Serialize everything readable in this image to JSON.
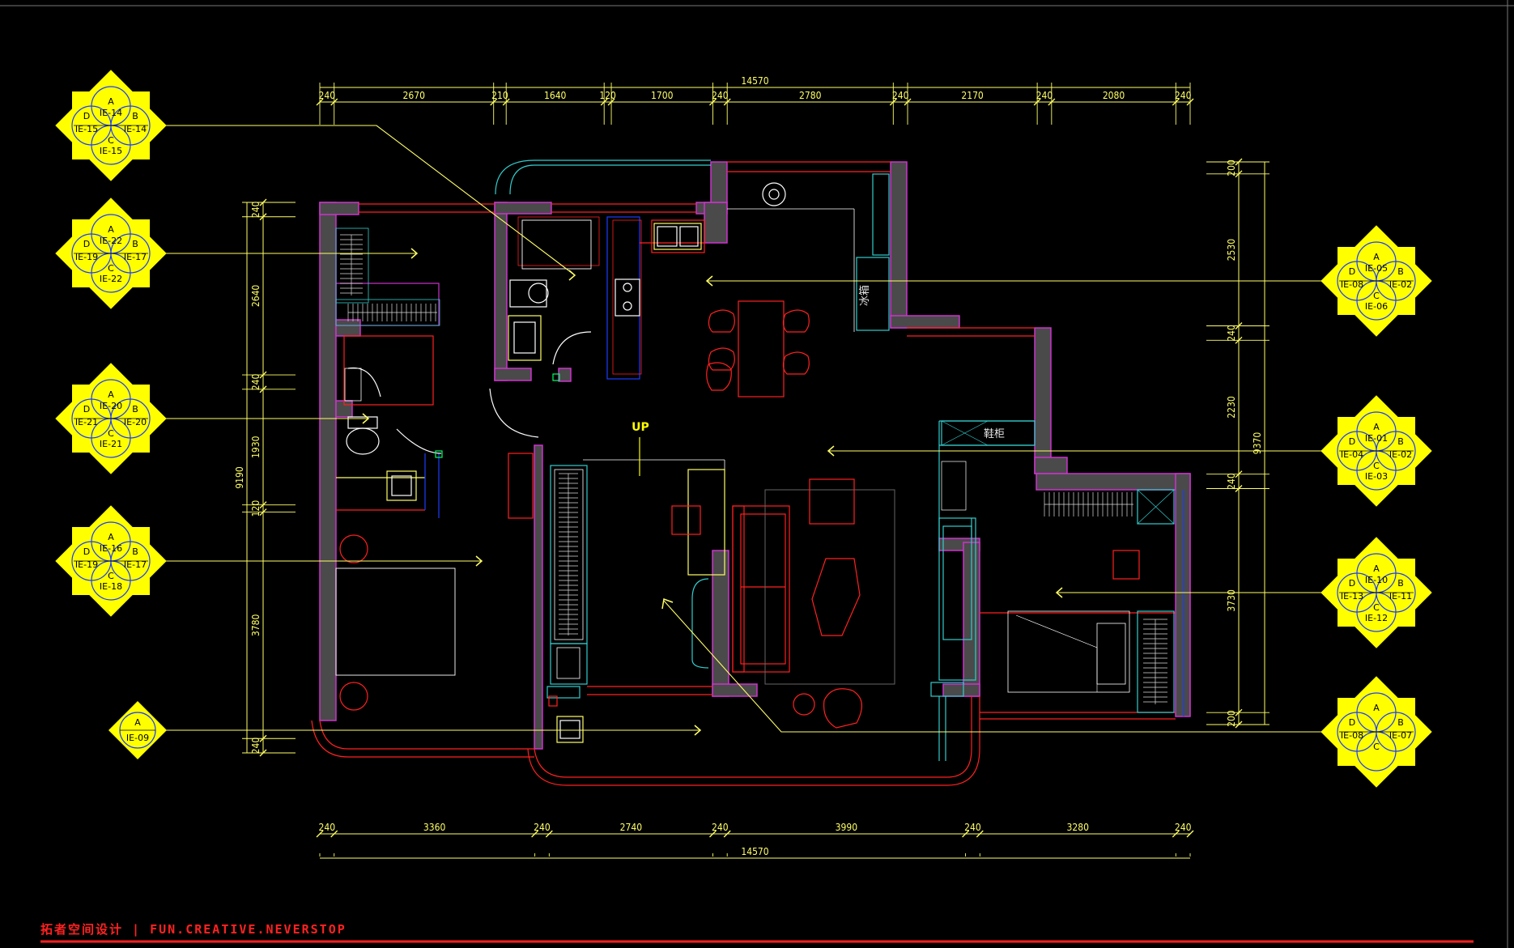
{
  "drawing": {
    "footer_text": "拓者空间设计 | FUN.CREATIVE.NEVERSTOP",
    "up_label": "UP",
    "fridge_label": "冰箱",
    "shoe_cabinet_label": "鞋柜"
  },
  "dimensions": {
    "top_total": "14570",
    "top_segments": [
      "240",
      "2670",
      "210",
      "1640",
      "120",
      "1700",
      "240",
      "2780",
      "240",
      "2170",
      "240",
      "2080",
      "240"
    ],
    "bottom_total": "14570",
    "bottom_segments": [
      "240",
      "3360",
      "240",
      "2740",
      "240",
      "3990",
      "240",
      "3280",
      "240"
    ],
    "left_total": "9190",
    "left_segments": [
      "240",
      "2640",
      "240",
      "1930",
      "120",
      "3780",
      "240"
    ],
    "right_total": "9370",
    "right_segments": [
      "200",
      "2530",
      "240",
      "2230",
      "240",
      "3730",
      "200"
    ]
  },
  "index_symbols": {
    "left": [
      {
        "A": "IE-14",
        "B": "IE-14",
        "C": "IE-15",
        "D": "IE-15"
      },
      {
        "A": "IE-22",
        "B": "IE-17",
        "C": "IE-22",
        "D": "IE-19"
      },
      {
        "A": "IE-20",
        "B": "IE-20",
        "C": "IE-21",
        "D": "IE-21"
      },
      {
        "A": "IE-16",
        "B": "IE-17",
        "C": "IE-18",
        "D": "IE-19"
      }
    ],
    "single": {
      "letter": "A",
      "code": "IE-09"
    },
    "right": [
      {
        "A": "IE-05",
        "B": "IE-02",
        "C": "IE-06",
        "D": "IE-08"
      },
      {
        "A": "IE-01",
        "B": "IE-02",
        "C": "IE-03",
        "D": "IE-04"
      },
      {
        "A": "IE-10",
        "B": "IE-11",
        "C": "IE-12",
        "D": "IE-13"
      },
      {
        "A": "",
        "B": "IE-07",
        "C": "",
        "D": "IE-08"
      }
    ]
  },
  "colors": {
    "background": "#000000",
    "wall_fill": "#4a4a4a",
    "wall_edge": "#cc33cc",
    "dimension": "#ffff66",
    "furniture_red": "#ff2020",
    "cyan": "#33cccc",
    "symbol_yellow": "#ffff00",
    "symbol_blue": "#1a3cff"
  }
}
